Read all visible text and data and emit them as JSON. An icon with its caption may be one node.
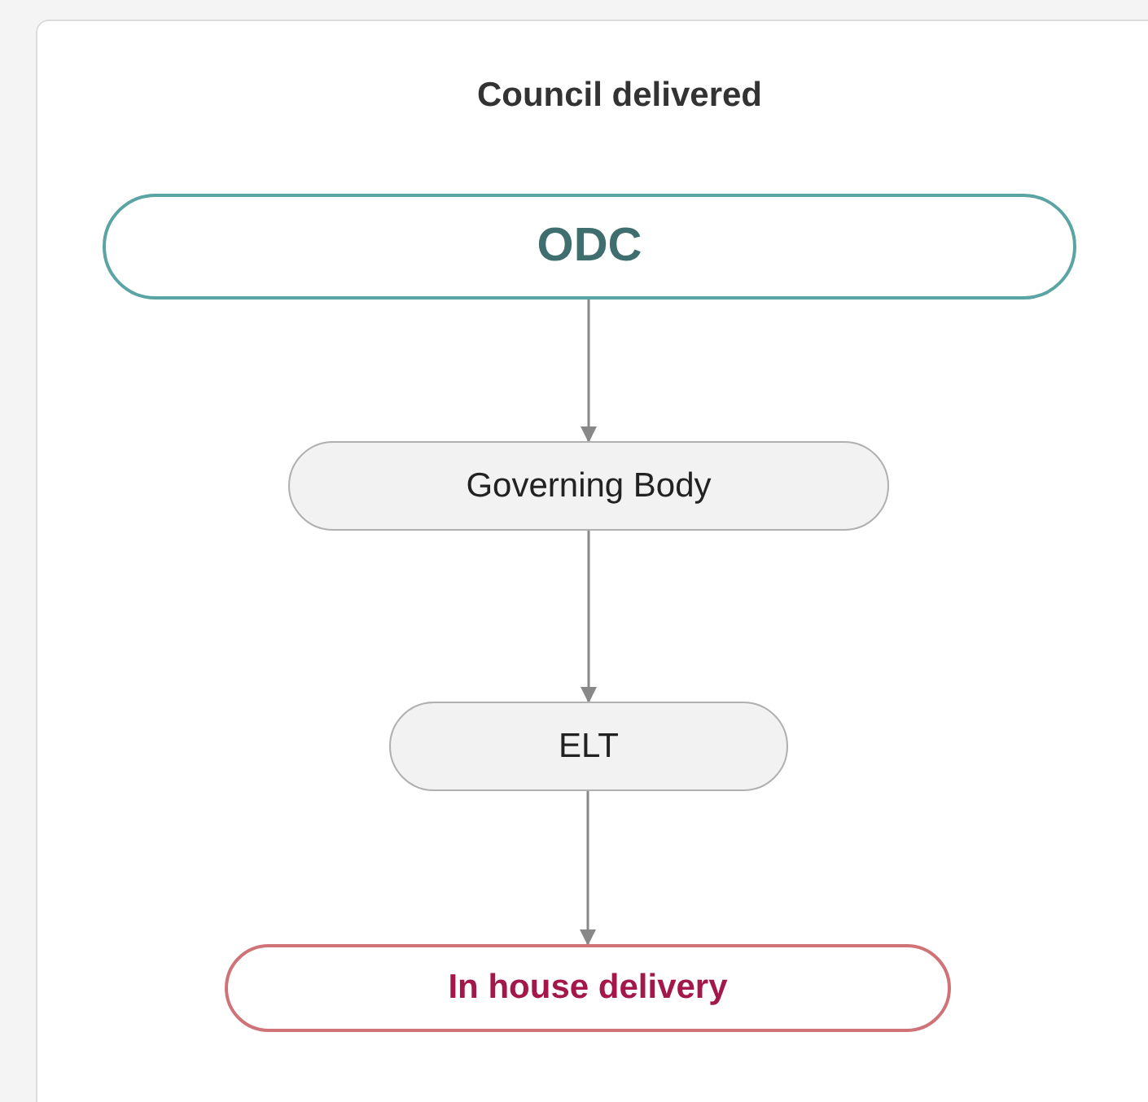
{
  "diagram": {
    "nodes": [
      {
        "text": [
          "Council delivered"
        ]
      },
      {
        "text": [
          "ODC"
        ],
        "in": 0
      },
      {
        "text": [
          "Governing Body"
        ],
        "in": 0
      },
      {
        "text": [
          "ELT"
        ],
        "in": 0
      },
      {
        "text": [
          "In house delivery"
        ],
        "in": 0
      }
    ],
    "edges": [
      {
        "from": 1,
        "to": 2,
        "arrow": "to"
      },
      {
        "from": 2,
        "to": 3,
        "arrow": "to"
      },
      {
        "from": 3,
        "to": 4,
        "arrow": "to"
      }
    ]
  }
}
